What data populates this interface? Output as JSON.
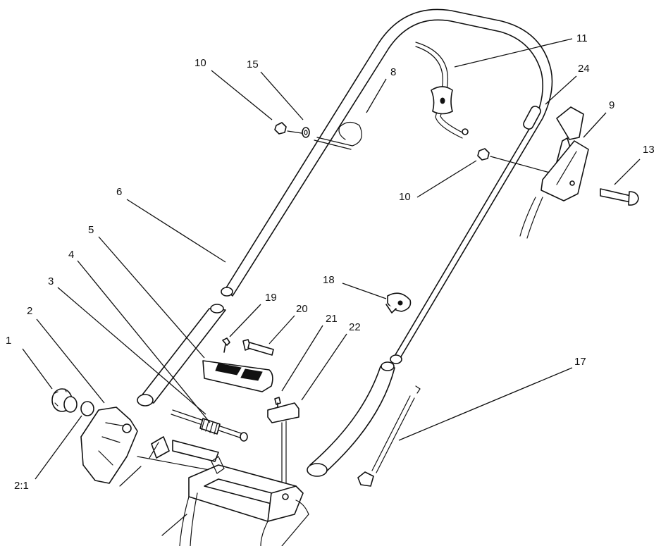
{
  "colors": {
    "line": "#111111",
    "background": "#ffffff"
  },
  "callouts": [
    {
      "label": "1"
    },
    {
      "label": "2"
    },
    {
      "label": "2:1"
    },
    {
      "label": "3"
    },
    {
      "label": "4"
    },
    {
      "label": "5"
    },
    {
      "label": "6"
    },
    {
      "label": "8"
    },
    {
      "label": "9"
    },
    {
      "label": "10"
    },
    {
      "label": "10"
    },
    {
      "label": "11"
    },
    {
      "label": "13"
    },
    {
      "label": "15"
    },
    {
      "label": "17"
    },
    {
      "label": "18"
    },
    {
      "label": "19"
    },
    {
      "label": "20"
    },
    {
      "label": "21"
    },
    {
      "label": "22"
    },
    {
      "label": "24"
    }
  ]
}
